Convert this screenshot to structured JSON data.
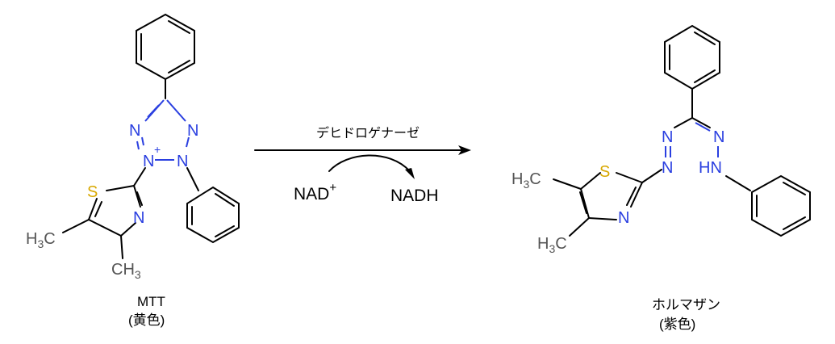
{
  "reactant": {
    "name": "MTT",
    "color_note": "(黄色)",
    "atoms": {
      "n1": "N",
      "n2": "N",
      "n3": "N",
      "n4": "N",
      "plus": "+",
      "s": "S",
      "n_thiazole": "N",
      "h": "H",
      "c": "C",
      "sub3": "3"
    }
  },
  "product": {
    "name": "ホルマザン",
    "color_note": "(紫色)",
    "atoms": {
      "n1": "N",
      "n2": "N",
      "n3": "N",
      "hn": "HN",
      "s": "S",
      "n_thiazole": "N",
      "h": "H",
      "c": "C",
      "sub3": "3"
    }
  },
  "reaction": {
    "enzyme": "デヒドロゲナーゼ",
    "cofactor_in": "NAD",
    "cofactor_in_charge": "+",
    "cofactor_out": "NADH"
  },
  "colors": {
    "nitrogen": "#2a3fe0",
    "sulfur": "#d8a800",
    "methyl": "#555555"
  }
}
